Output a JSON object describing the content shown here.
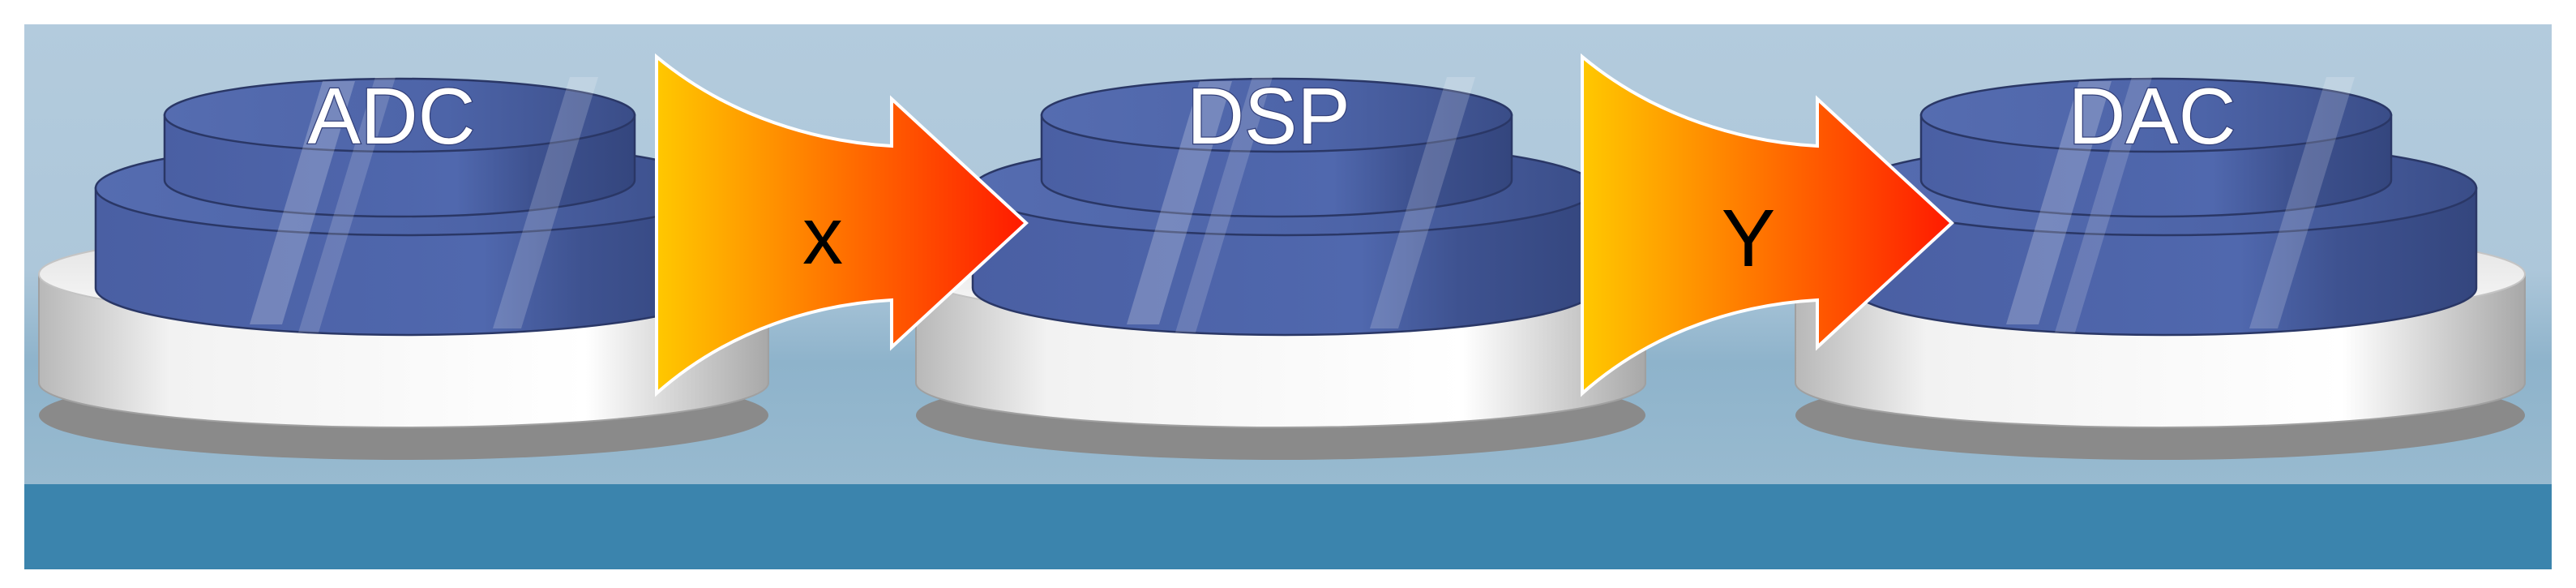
{
  "diagram": {
    "stages": [
      {
        "id": "adc",
        "label": "ADC"
      },
      {
        "id": "dsp",
        "label": "DSP"
      },
      {
        "id": "dac",
        "label": "DAC"
      }
    ],
    "arrows": [
      {
        "id": "x",
        "label": "x"
      },
      {
        "id": "y",
        "label": "Y"
      }
    ]
  },
  "colors": {
    "background_top": "#b3cbdd",
    "background_mid": "#8eb3cb",
    "water_band": "#3b84ad",
    "disk_blue": "#4f66aa",
    "disk_blue_dark": "#374c86",
    "platform_white": "#f3f3f3",
    "platform_shadow": "#8a8a8a",
    "arrow_start": "#ffc800",
    "arrow_end": "#ff1a00"
  }
}
